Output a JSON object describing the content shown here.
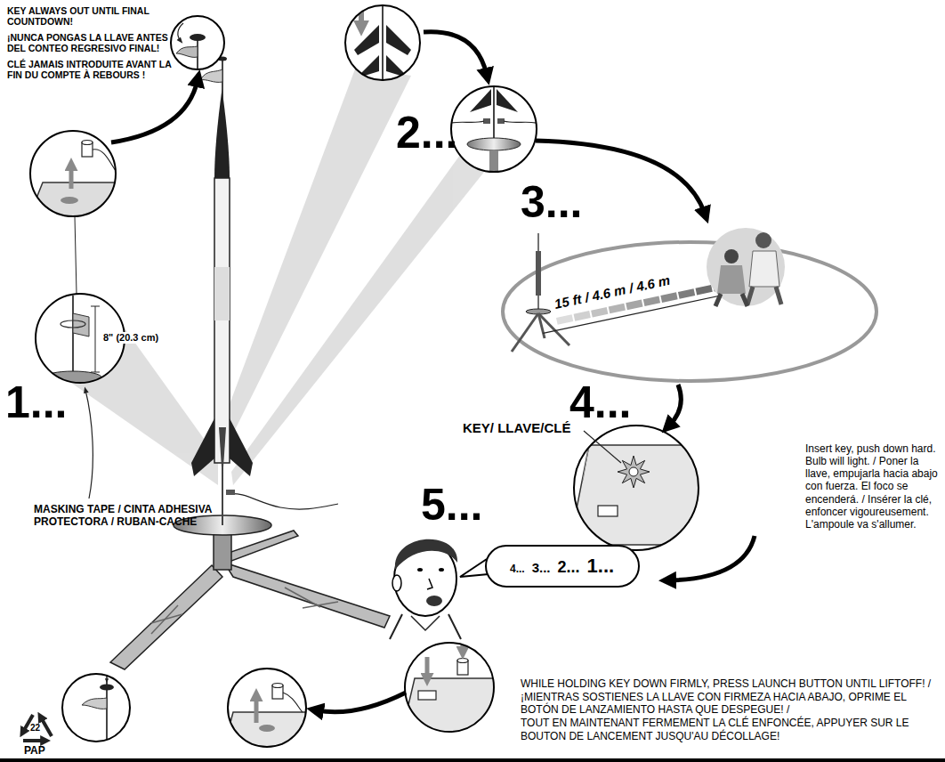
{
  "diagram": {
    "nodes": [
      {
        "text": [
          "4...",
          "3...",
          "2...",
          "1..."
        ]
      }
    ],
    "labels": [
      "KEY ALWAYS OUT UNTIL FINAL COUNTDOWN!",
      "¡NUNCA PONGAS LA LLAVE ANTES DEL CONTEO REGRESIVO FINAL!",
      "CLÉ JAMAIS INTRODUITE AVANT LA FIN DU COMPTE À REBOURS !",
      "2...",
      "3...",
      "1...",
      "8\" (20.3 cm)",
      "15 ft / 4.6 m / 4.6 m",
      "4...",
      "KEY/ LLAVE/CLÉ",
      "MASKING TAPE / CINTA ADHESIVA PROTECTORA / RUBAN-CACHE",
      "Insert key, push down hard. Bulb will light. / Poner la llave, empujarla hacia abajo con fuerza. El foco se encenderá. / Insérer la clé, enfoncer vigoureusement. L'ampoule va s'allumer.",
      "5...",
      "WHILE HOLDING KEY DOWN FIRMLY, PRESS LAUNCH BUTTON UNTIL LIFTOFF! /",
      "¡MIENTRAS SOSTIENES LA LLAVE CON FIRMEZA HACIA ABAJO, OPRIME EL BOTÓN DE LANZAMIENTO HASTA QUE DESPEGUE! /",
      "TOUT EN MAINTENANT FERMEMENT LA CLÉ ENFONCÉE, APPUYER SUR LE BOUTON DE LANCEMENT JUSQU'AU DÉCOLLAGE!",
      "22",
      "PAP"
    ]
  }
}
